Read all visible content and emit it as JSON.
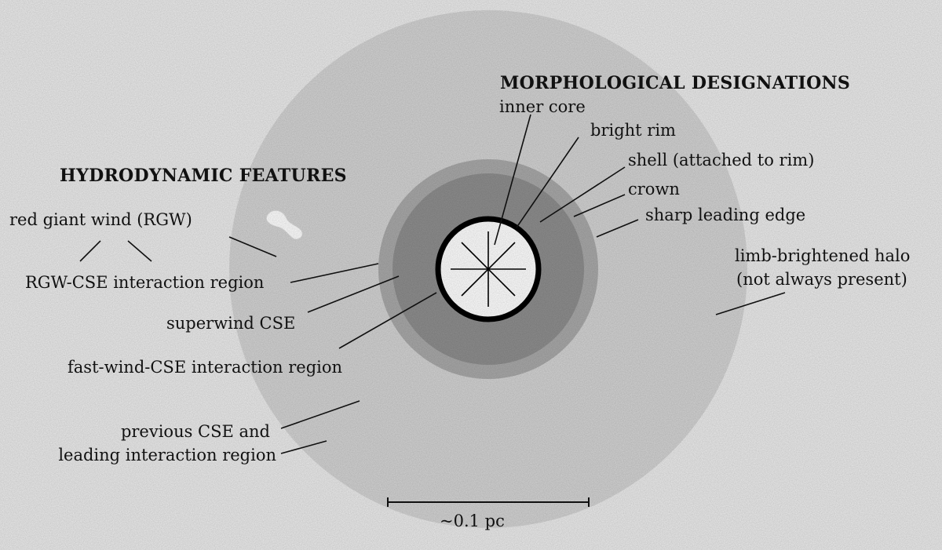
{
  "headings": {
    "morphological": "MORPHOLOGICAL DESIGNATIONS",
    "hydrodynamic": "HYDRODYNAMIC FEATURES"
  },
  "morphological": {
    "inner_core": "inner core",
    "bright_rim": "bright rim",
    "shell": "shell (attached to rim)",
    "crown": "crown",
    "sharp_edge": "sharp leading edge",
    "halo_line1": "limb-brightened halo",
    "halo_line2": "(not always present)"
  },
  "hydrodynamic": {
    "rgw": "red giant wind (RGW)",
    "rgw_cse": "RGW-CSE interaction region",
    "superwind": "superwind CSE",
    "fast_wind": "fast-wind-CSE interaction region",
    "previous_line1": "previous CSE and",
    "previous_line2": "leading interaction region"
  },
  "scale_bar": {
    "label": "~0.1 pc"
  },
  "colors": {
    "background": "#ebebeb",
    "halo": "#d3d3d3",
    "crown_ring": "#a9a9a9",
    "shell": "#8e8e8e",
    "rim": "#000000",
    "core": "#ffffff",
    "ink": "#111111"
  }
}
